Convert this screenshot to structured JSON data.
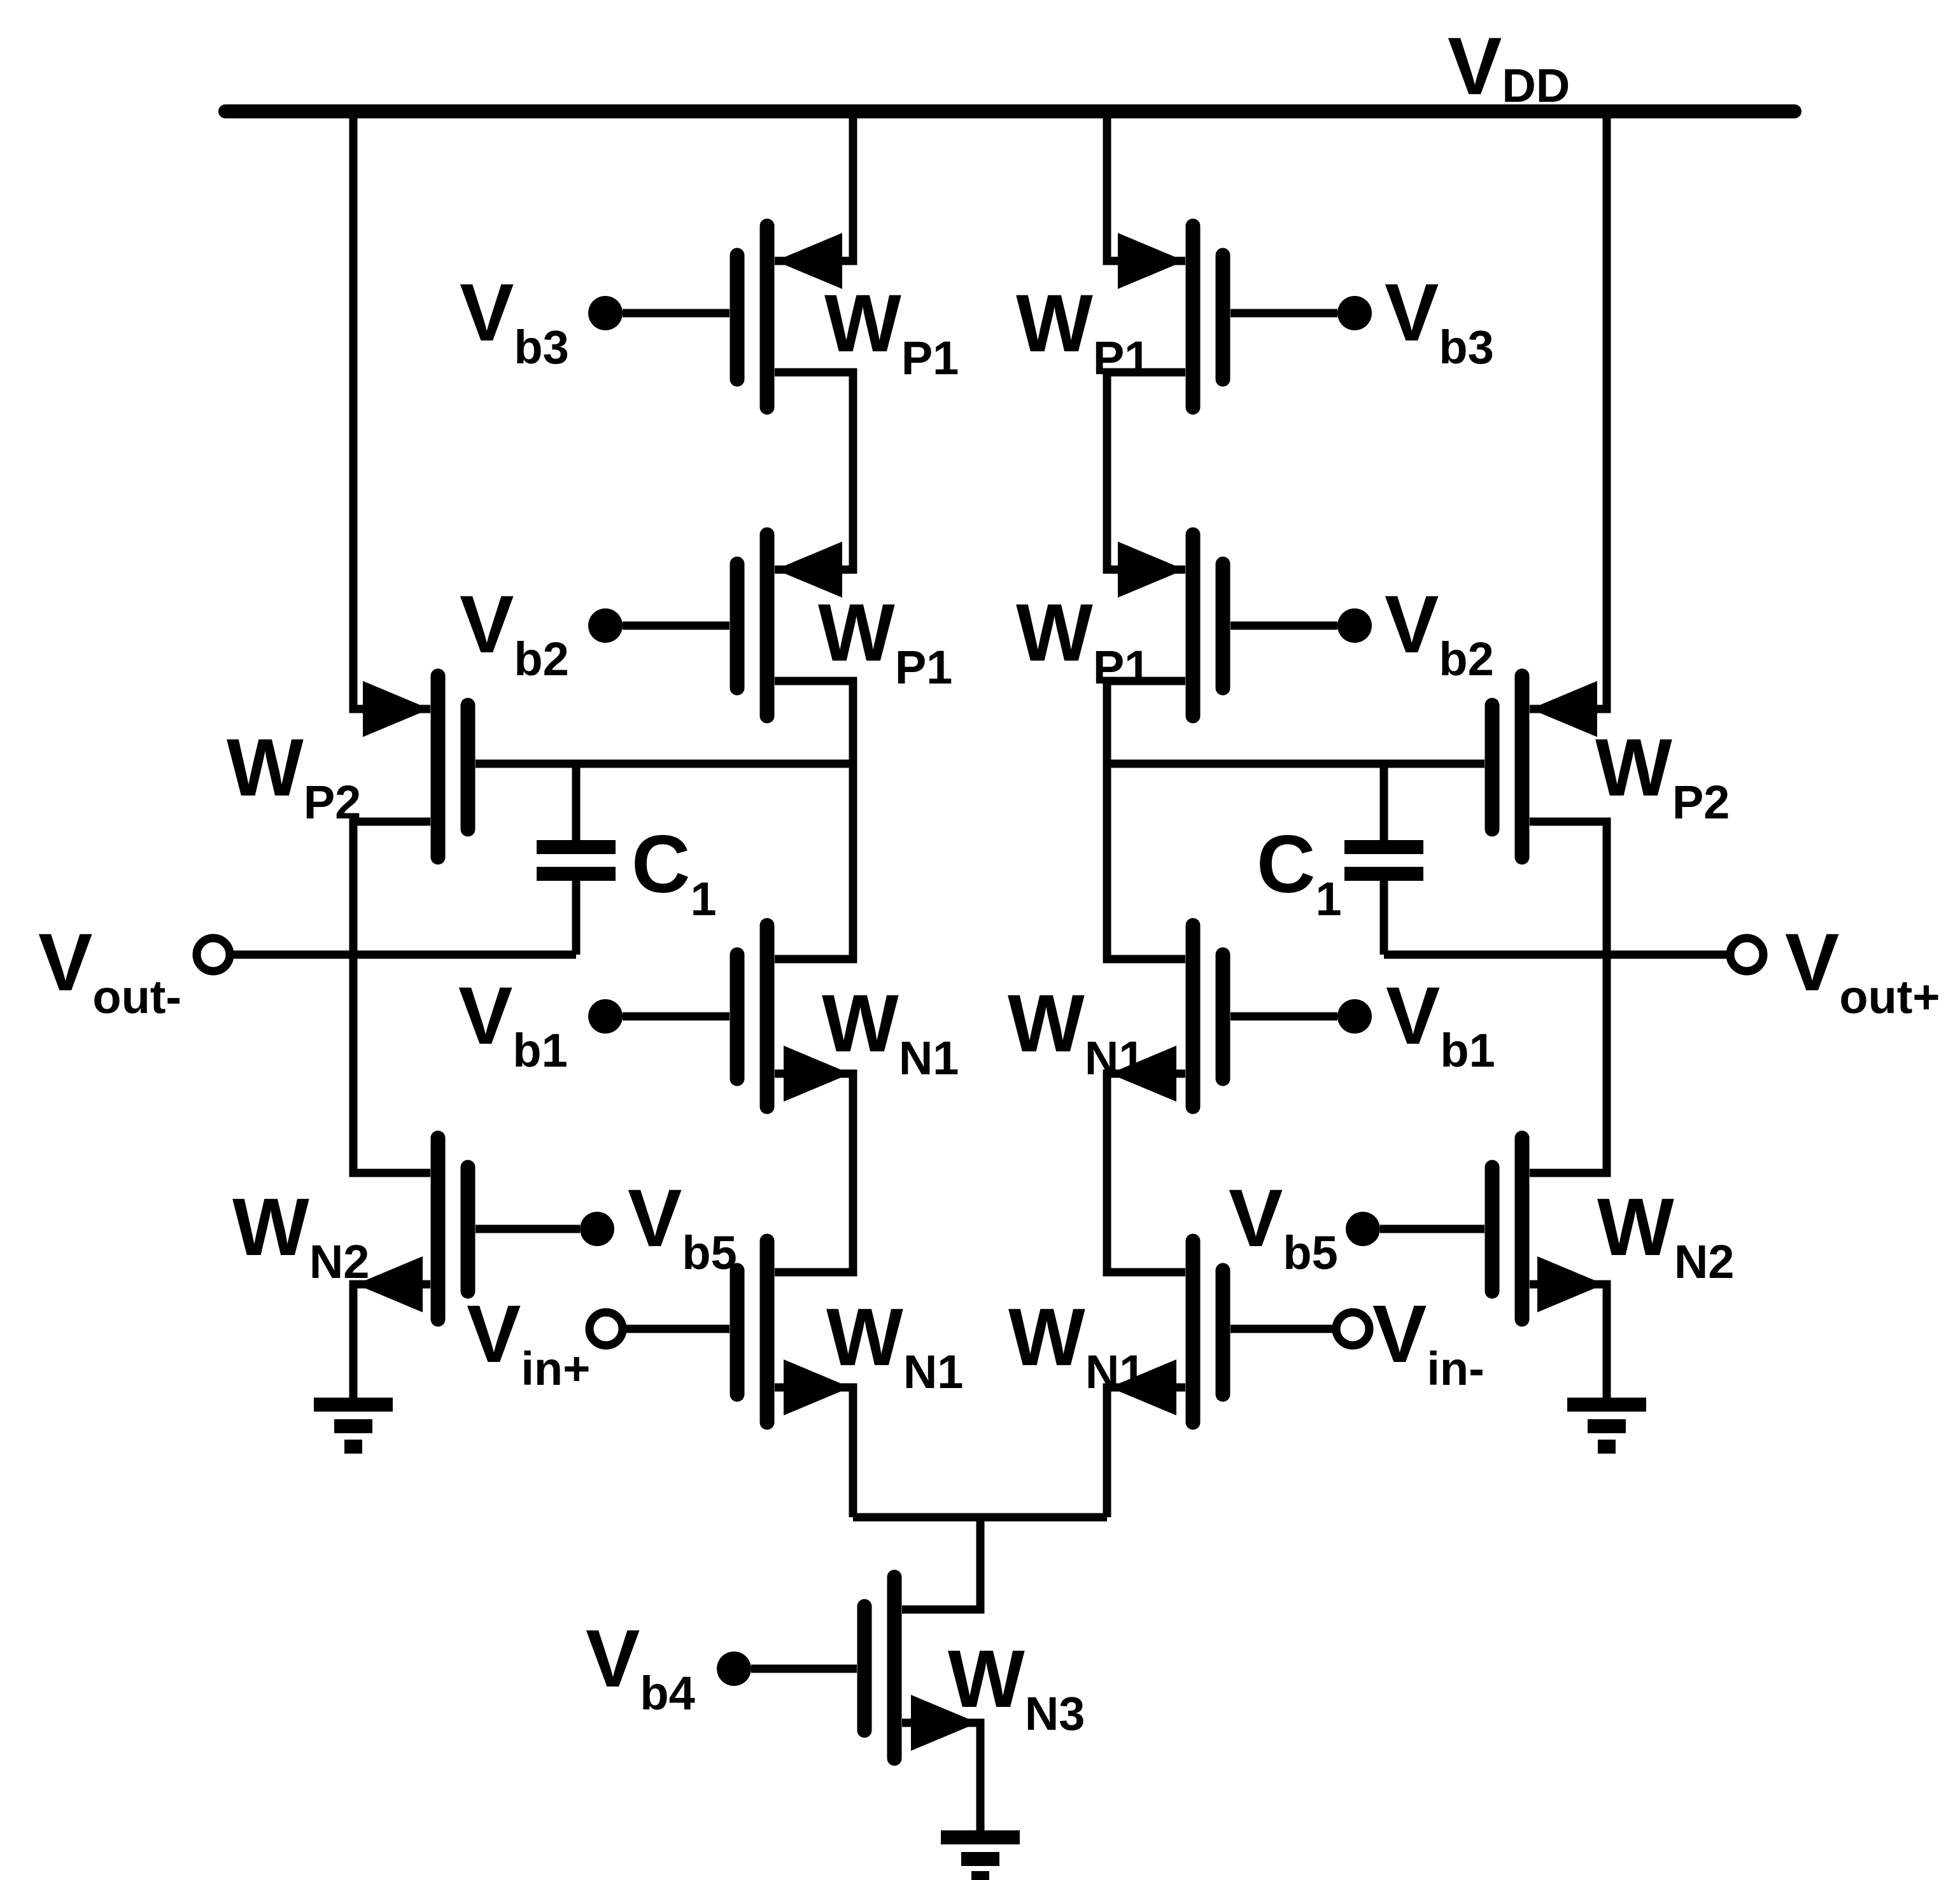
{
  "colors": {
    "ink": "#000000",
    "background": "#ffffff"
  },
  "labels": {
    "vdd": {
      "base": "V",
      "sub": "DD"
    },
    "vb1": {
      "base": "V",
      "sub": "b1"
    },
    "vb2": {
      "base": "V",
      "sub": "b2"
    },
    "vb3": {
      "base": "V",
      "sub": "b3"
    },
    "vb4": {
      "base": "V",
      "sub": "b4"
    },
    "vb5": {
      "base": "V",
      "sub": "b5"
    },
    "vin_plus": {
      "base": "V",
      "sub": "in+"
    },
    "vin_minus": {
      "base": "V",
      "sub": "in-"
    },
    "vout_plus": {
      "base": "V",
      "sub": "out+"
    },
    "vout_minus": {
      "base": "V",
      "sub": "out-"
    },
    "wp1": {
      "base": "W",
      "sub": "P1"
    },
    "wp2": {
      "base": "W",
      "sub": "P2"
    },
    "wn1": {
      "base": "W",
      "sub": "N1"
    },
    "wn2": {
      "base": "W",
      "sub": "N2"
    },
    "wn3": {
      "base": "W",
      "sub": "N3"
    },
    "c1": {
      "base": "C",
      "sub": "1"
    }
  }
}
